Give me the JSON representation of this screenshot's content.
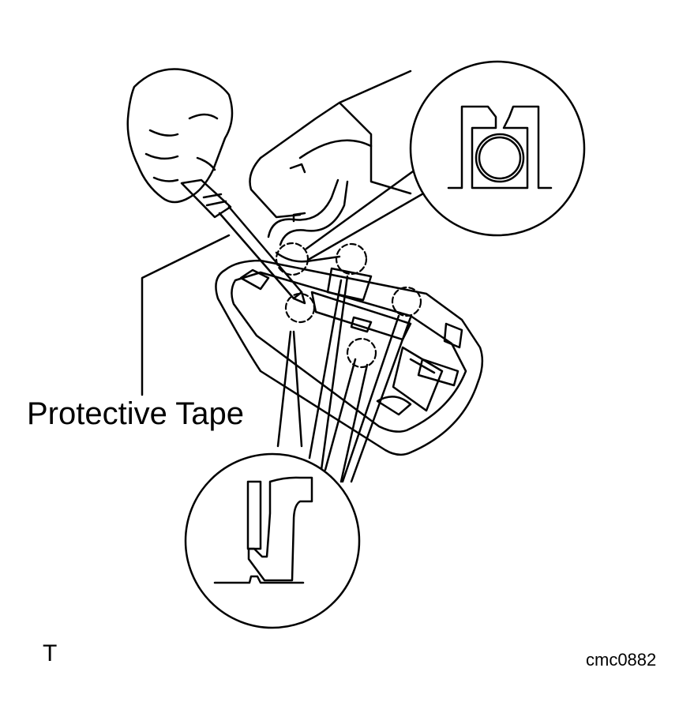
{
  "labels": {
    "protective_tape": "Protective Tape",
    "corner_letter": "T",
    "figure_code": "cmc0882"
  },
  "colors": {
    "ink": "#000000",
    "paper": "#ffffff"
  }
}
